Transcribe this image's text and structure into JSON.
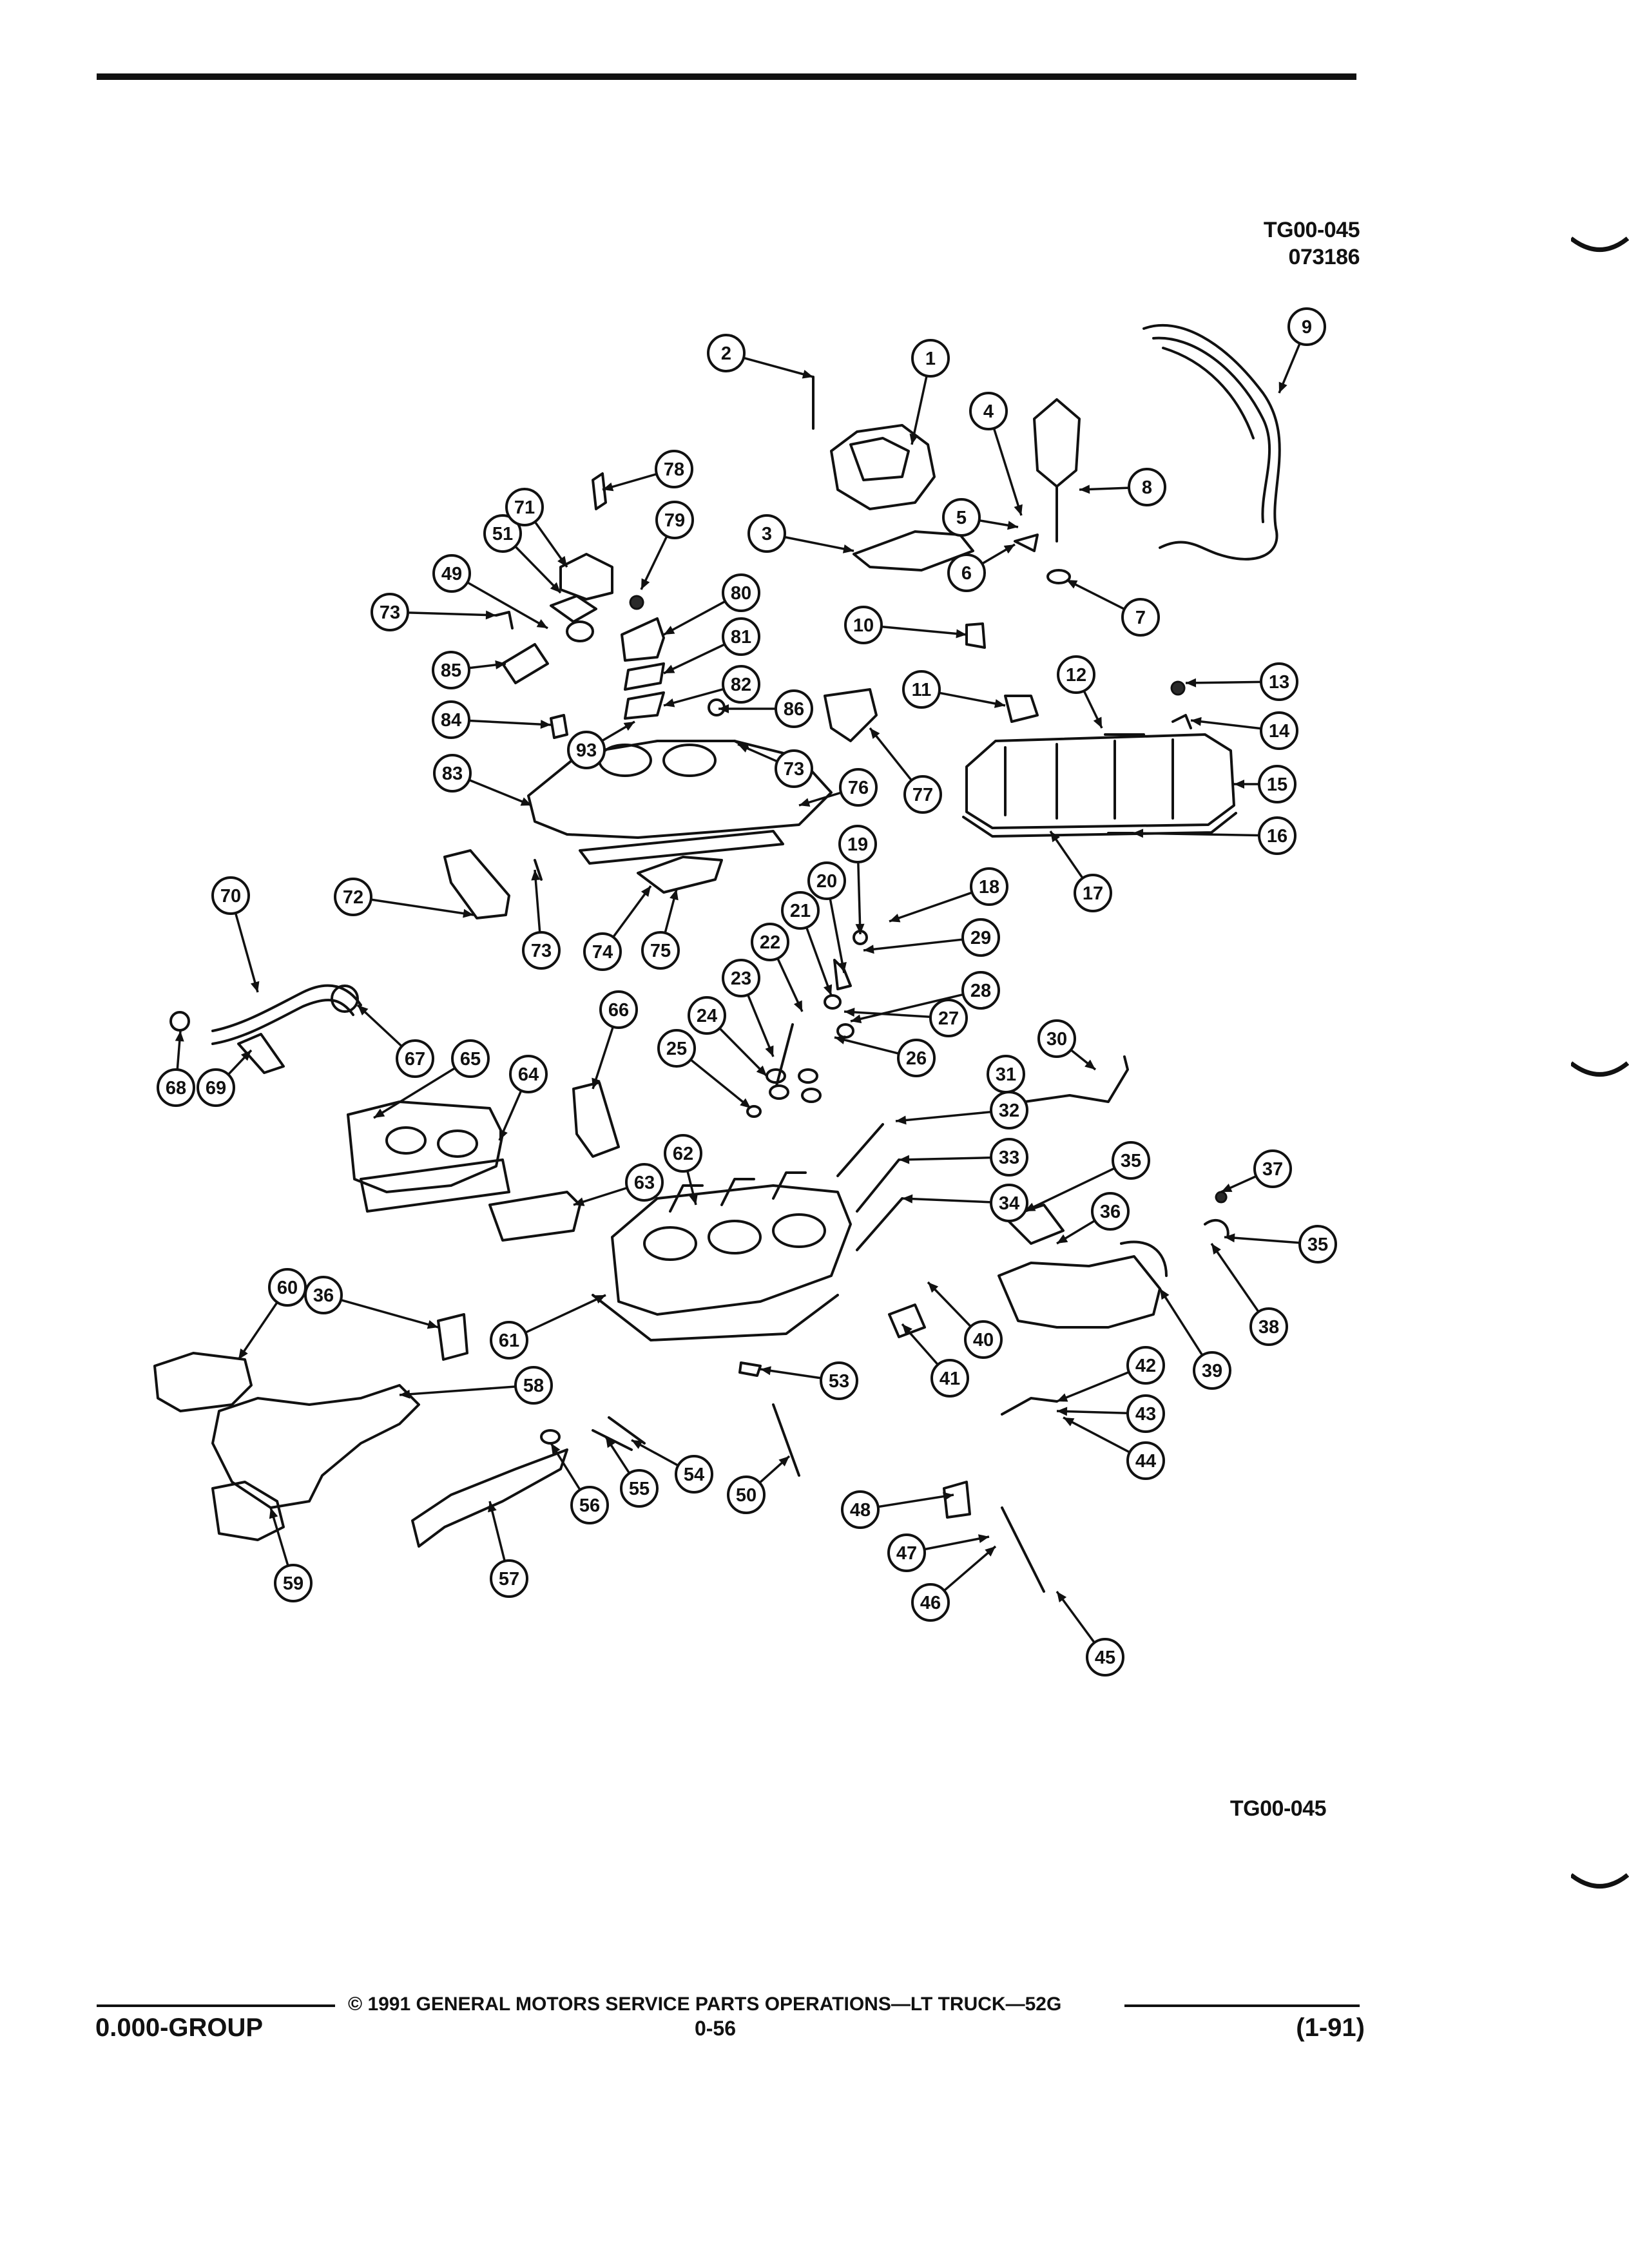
{
  "header": {
    "figure_code": "TG00-045",
    "date_code": "073186"
  },
  "diagram": {
    "figure_code_bottom": "TG00-045",
    "callouts": [
      "1",
      "2",
      "3",
      "4",
      "5",
      "6",
      "7",
      "8",
      "9",
      "10",
      "11",
      "12",
      "13",
      "14",
      "15",
      "16",
      "17",
      "18",
      "19",
      "20",
      "21",
      "22",
      "23",
      "24",
      "25",
      "26",
      "27",
      "28",
      "29",
      "30",
      "31",
      "32",
      "33",
      "34",
      "35",
      "35",
      "36",
      "36",
      "37",
      "38",
      "39",
      "40",
      "41",
      "42",
      "43",
      "44",
      "45",
      "46",
      "47",
      "48",
      "49",
      "50",
      "51",
      "53",
      "54",
      "55",
      "56",
      "57",
      "58",
      "59",
      "60",
      "61",
      "62",
      "63",
      "64",
      "65",
      "66",
      "67",
      "68",
      "69",
      "70",
      "71",
      "72",
      "73",
      "73",
      "73",
      "74",
      "75",
      "76",
      "77",
      "78",
      "79",
      "80",
      "81",
      "82",
      "83",
      "84",
      "85",
      "86",
      "93"
    ]
  },
  "footer": {
    "copyright": "© 1991 GENERAL MOTORS SERVICE PARTS OPERATIONS—LT TRUCK—52G",
    "group": "0.000-GROUP",
    "page": "0-56",
    "date": "(1-91)"
  }
}
